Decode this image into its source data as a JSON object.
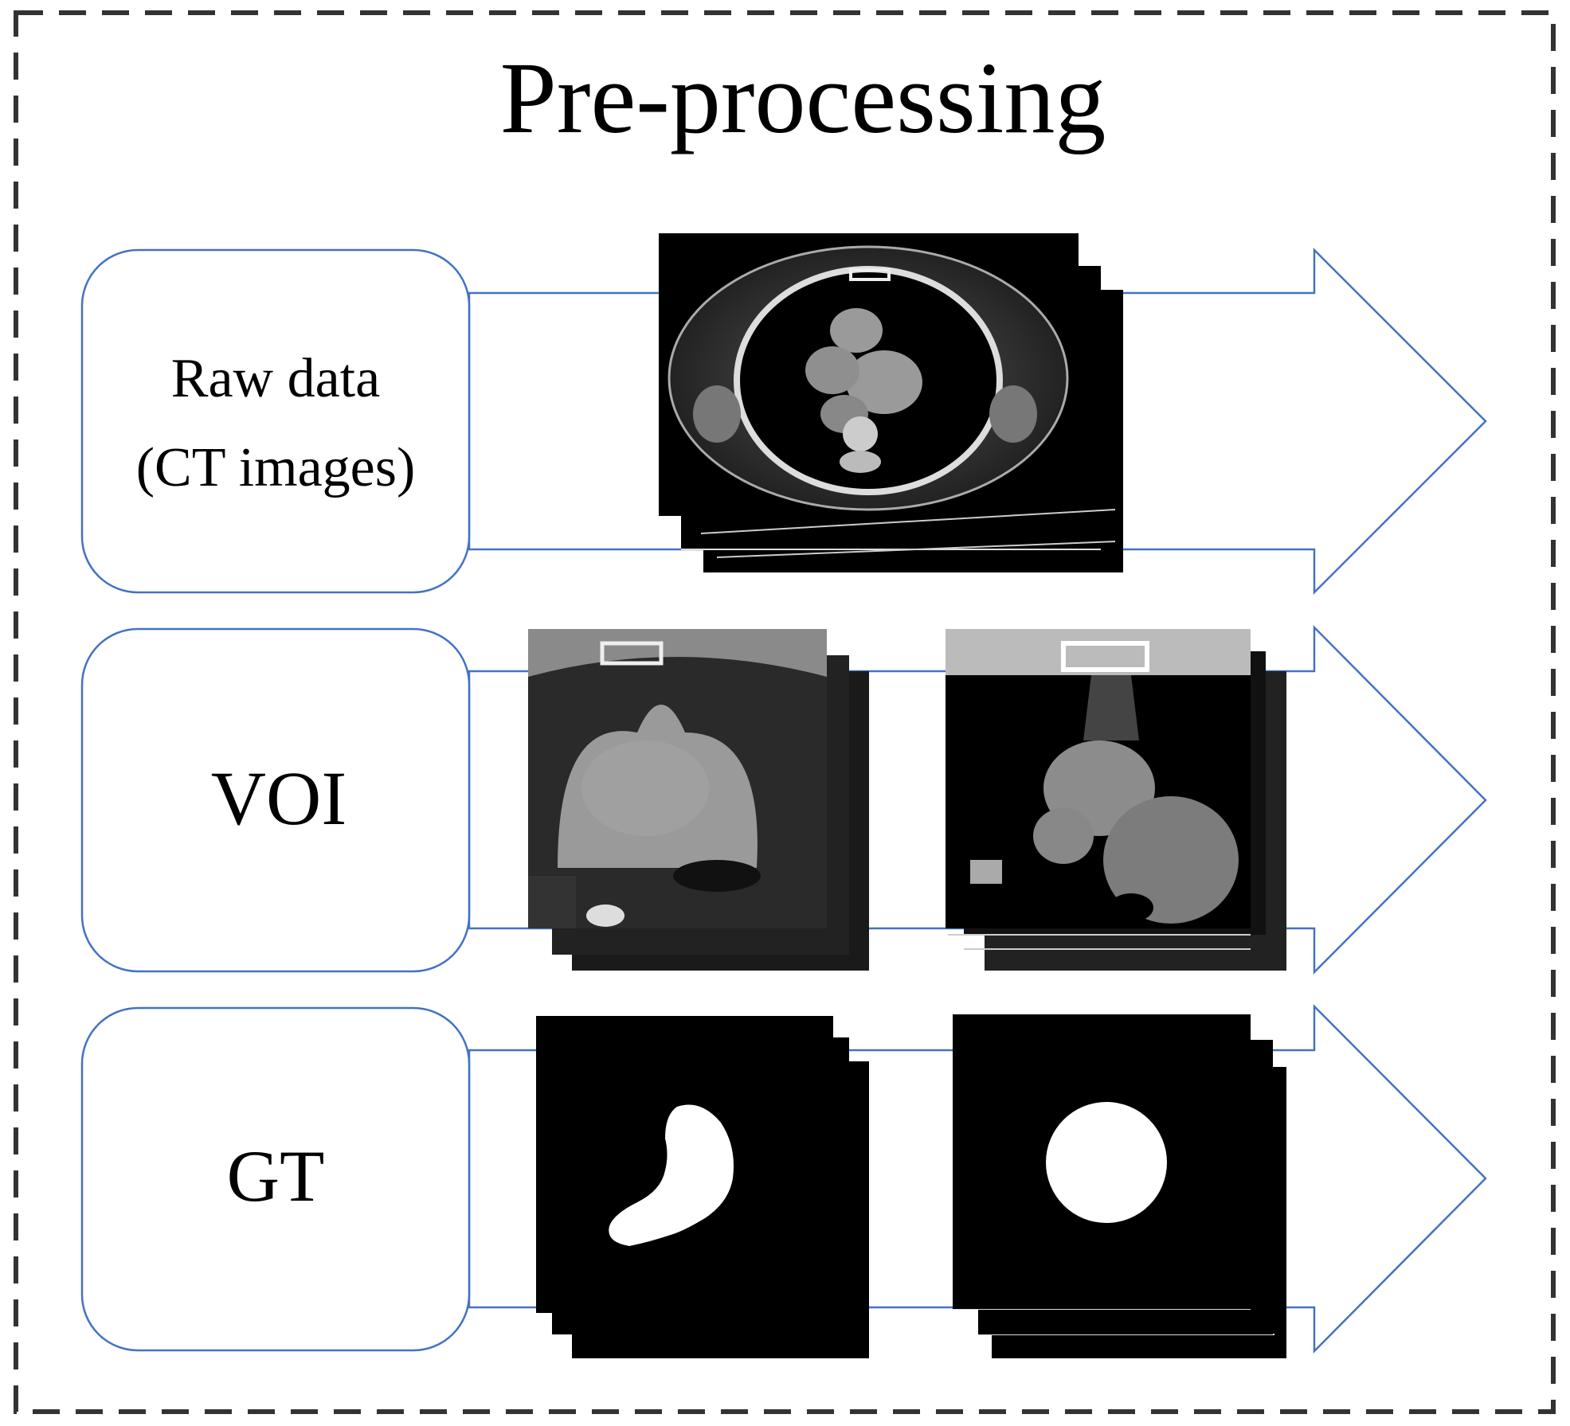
{
  "title": "Pre-processing",
  "rows": [
    {
      "label_lines": [
        "Raw data",
        "(CT images)"
      ],
      "image": "ct-scan-stack-icon"
    },
    {
      "label_lines": [
        "VOI"
      ],
      "images": [
        "voi-crop-stack-icon",
        "voi-resampled-stack-icon"
      ]
    },
    {
      "label_lines": [
        "GT"
      ],
      "images": [
        "gt-mask-stack-icon",
        "gt-resampled-mask-stack-icon"
      ]
    }
  ],
  "colors": {
    "border": "#333333",
    "arrow_stroke": "#4472C4",
    "box_stroke": "#4472C4",
    "text": "#000000",
    "image_bg": "#000000"
  }
}
